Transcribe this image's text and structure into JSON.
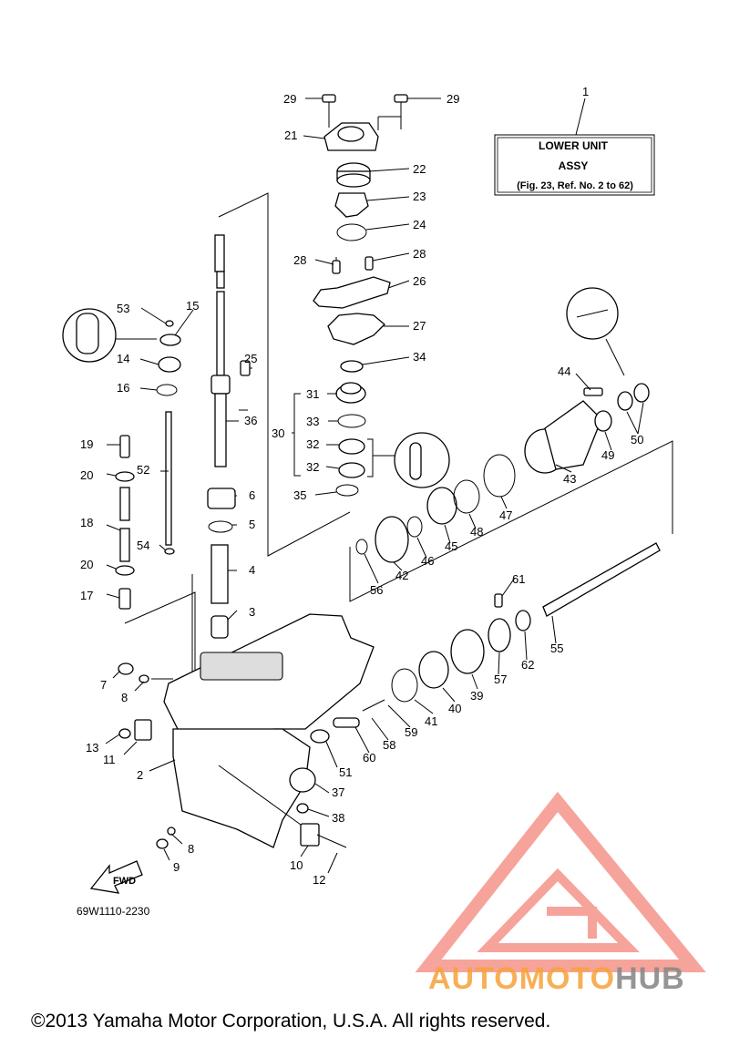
{
  "title_box": {
    "line1": "LOWER UNIT",
    "line2": "ASSY",
    "line3": "(Fig. 23, Ref. No. 2 to 62)"
  },
  "callouts": {
    "c1": "1",
    "c2": "2",
    "c3": "3",
    "c4": "4",
    "c5": "5",
    "c6": "6",
    "c7": "7",
    "c8a": "8",
    "c8b": "8",
    "c9": "9",
    "c10": "10",
    "c11": "11",
    "c12": "12",
    "c13": "13",
    "c14": "14",
    "c15": "15",
    "c16": "16",
    "c17": "17",
    "c18": "18",
    "c19": "19",
    "c20a": "20",
    "c20b": "20",
    "c21": "21",
    "c22": "22",
    "c23": "23",
    "c24": "24",
    "c25": "25",
    "c26": "26",
    "c27": "27",
    "c28a": "28",
    "c28b": "28",
    "c29a": "29",
    "c29b": "29",
    "c30": "30",
    "c31": "31",
    "c32a": "32",
    "c32b": "32",
    "c33": "33",
    "c34": "34",
    "c35": "35",
    "c36": "36",
    "c37": "37",
    "c38": "38",
    "c39": "39",
    "c40": "40",
    "c41": "41",
    "c42": "42",
    "c43": "43",
    "c44": "44",
    "c45": "45",
    "c46": "46",
    "c47": "47",
    "c48": "48",
    "c49": "49",
    "c50": "50",
    "c51": "51",
    "c52": "52",
    "c53": "53",
    "c54": "54",
    "c55": "55",
    "c56": "56",
    "c57": "57",
    "c58": "58",
    "c59": "59",
    "c60": "60",
    "c61": "61",
    "c62": "62"
  },
  "fwd_label": "FWD",
  "drawing_code": "69W1110-2230",
  "watermark": "AUTOMOTOHUB",
  "copyright": "©2013 Yamaha Motor Corporation, U.S.A. All rights reserved.",
  "colors": {
    "watermark_red": "#f05a4a",
    "watermark_orange": "#f6a23a",
    "watermark_gray": "#8a8a8a"
  }
}
